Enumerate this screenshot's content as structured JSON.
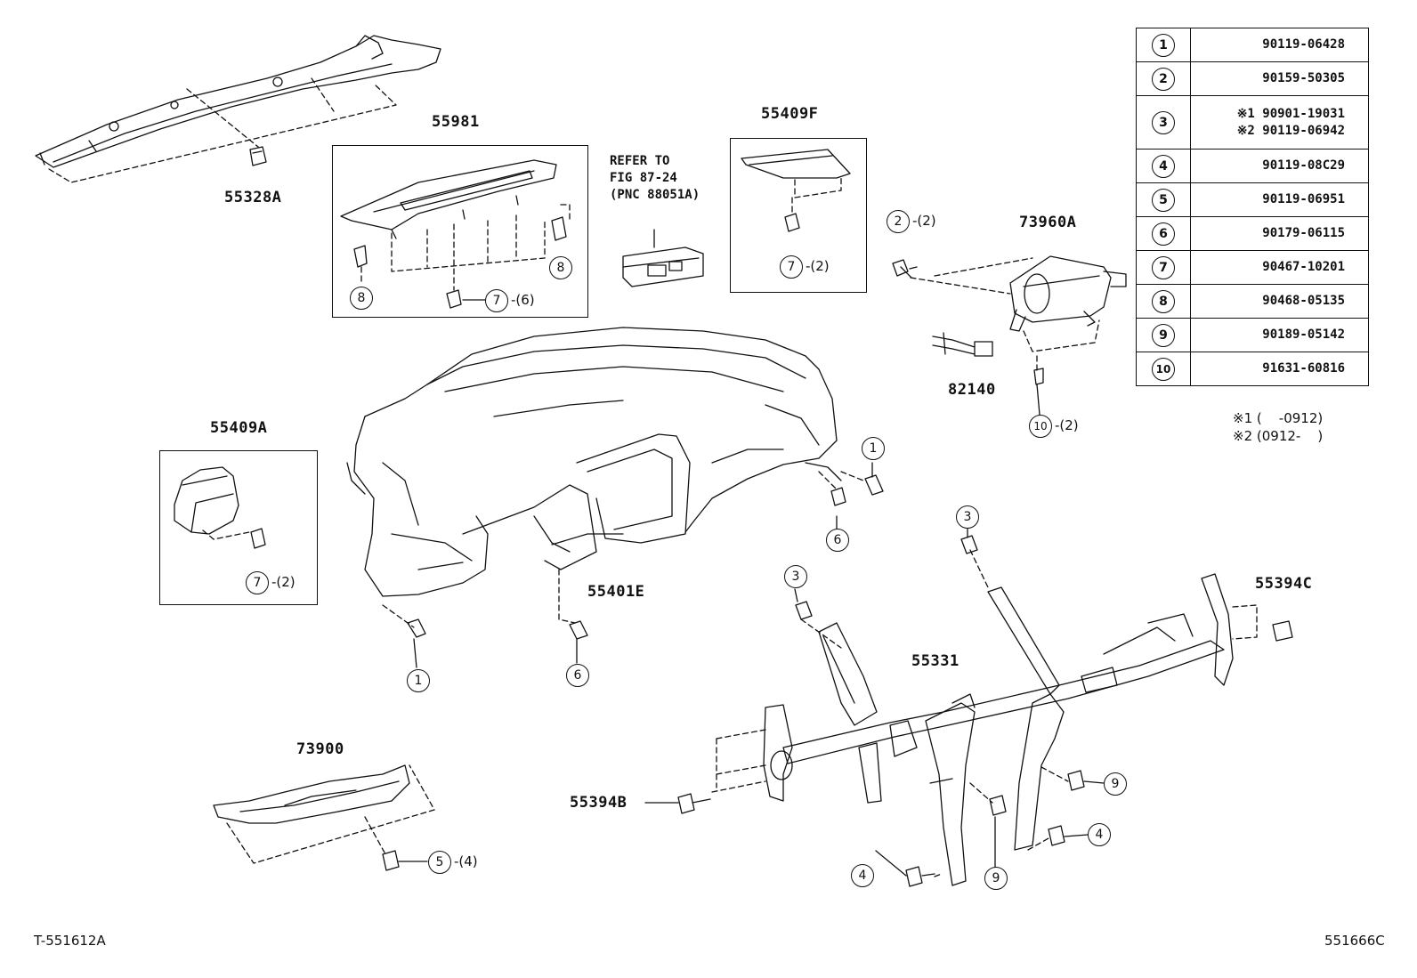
{
  "labels": {
    "p55328A": "55328A",
    "p55981": "55981",
    "p55409F": "55409F",
    "p73960A": "73960A",
    "p82140": "82140",
    "p55409A": "55409A",
    "p55401E": "55401E",
    "p55331": "55331",
    "p55394C": "55394C",
    "p55394B": "55394B",
    "p73900": "73900"
  },
  "refer_text": "REFER TO\nFIG 87-24\n(PNC 88051A)",
  "callouts": {
    "c8a": "8",
    "c8b": "8",
    "c7_6": "7",
    "q7_6": "-(6)",
    "c7f": "7",
    "q7f": "-(2)",
    "c2": "2",
    "q2": "-(2)",
    "c10": "10",
    "q10": "-(2)",
    "c1a": "1",
    "c6a": "6",
    "c7a": "7",
    "q7a": "-(2)",
    "c1b": "1",
    "c6b": "6",
    "c3a": "3",
    "c3b": "3",
    "c9a": "9",
    "c9b": "9",
    "c4a": "4",
    "c4b": "4",
    "c5": "5",
    "q5": "-(4)"
  },
  "legend": [
    {
      "num": "1",
      "part": "90119-06428"
    },
    {
      "num": "2",
      "part": "90159-50305"
    },
    {
      "num": "3",
      "part": "※1 90901-19031\n※2 90119-06942"
    },
    {
      "num": "4",
      "part": "90119-08C29"
    },
    {
      "num": "5",
      "part": "90119-06951"
    },
    {
      "num": "6",
      "part": "90179-06115"
    },
    {
      "num": "7",
      "part": "90467-10201"
    },
    {
      "num": "8",
      "part": "90468-05135"
    },
    {
      "num": "9",
      "part": "90189-05142"
    },
    {
      "num": "10",
      "part": "91631-60816"
    }
  ],
  "notes": "※1 (    -0912)\n※2 (0912-    )",
  "footer": {
    "left": "T-551612A",
    "right": "551666C"
  }
}
